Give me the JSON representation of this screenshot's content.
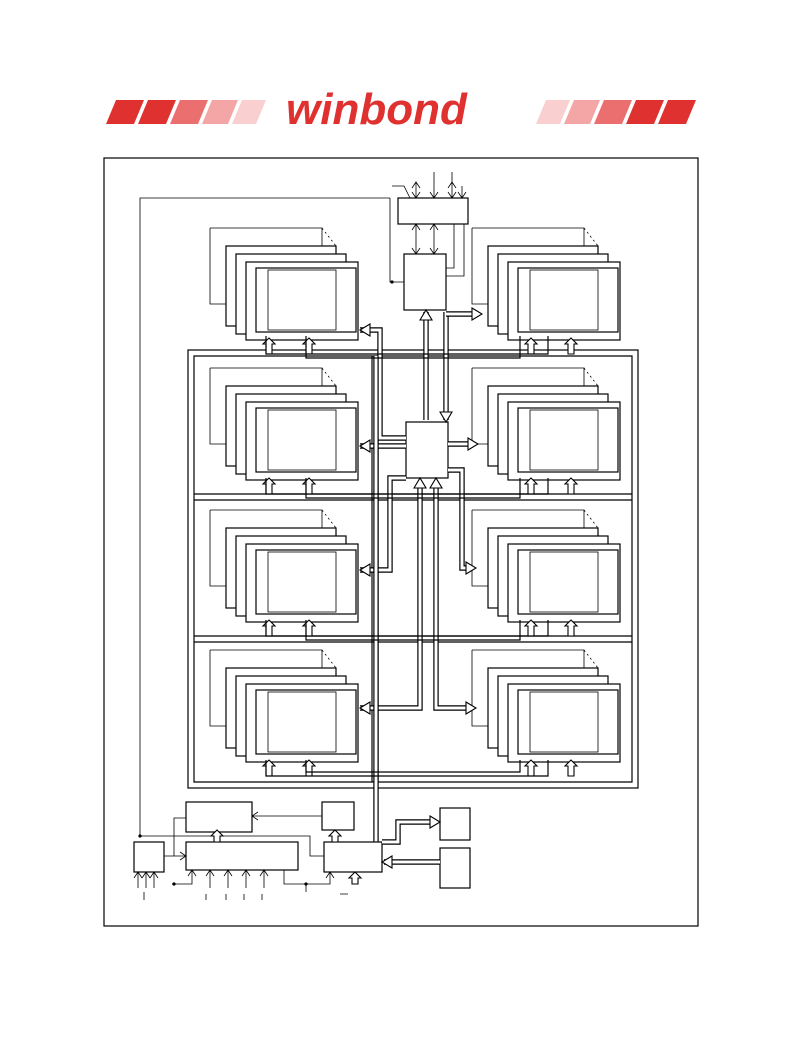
{
  "brand": {
    "name": "winbond",
    "colors": {
      "primary": "#e03131",
      "medium": "#ec6f6f",
      "light": "#f4a6a6",
      "pale": "#f9cfcf"
    }
  },
  "diagram": {
    "type": "block-diagram",
    "memory_bank_count": 8,
    "control_block_count": 9
  }
}
